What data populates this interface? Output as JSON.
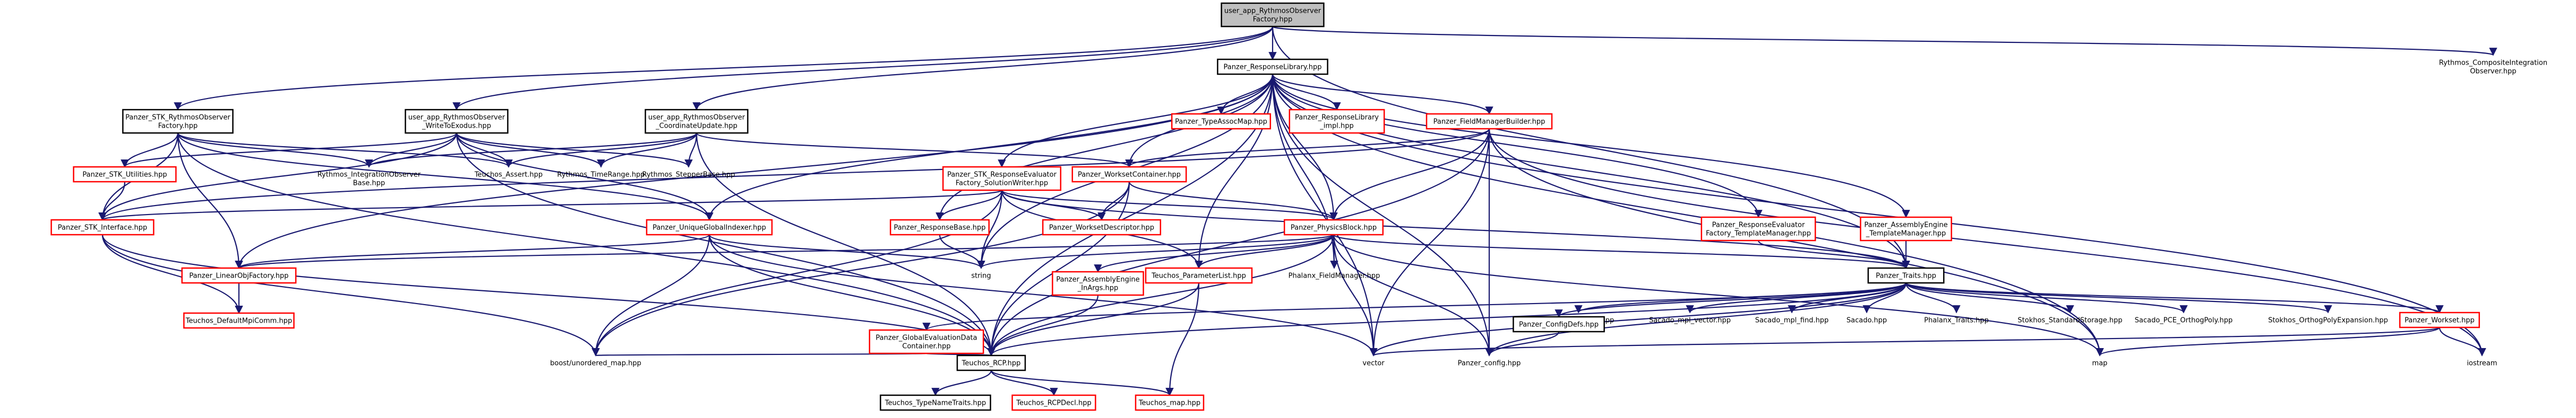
{
  "colors": {
    "edge": "#191970",
    "red_border": "#ff0000",
    "black_border": "#000000",
    "root_fill": "#bfbfbf",
    "node_fill": "#ffffff",
    "text": "#000000"
  },
  "nodes": [
    {
      "id": "root",
      "lines": [
        "user_app_RythmosObserver",
        "Factory.hpp"
      ],
      "style": "root"
    },
    {
      "id": "resp",
      "lines": [
        "Panzer_ResponseLibrary.hpp"
      ],
      "style": "black"
    },
    {
      "id": "composite",
      "lines": [
        "Rythmos_CompositeIntegration",
        "Observer.hpp"
      ],
      "style": "none"
    },
    {
      "id": "stkobsfac",
      "lines": [
        "Panzer_STK_RythmosObserver",
        "Factory.hpp"
      ],
      "style": "black"
    },
    {
      "id": "writeexo",
      "lines": [
        "user_app_RythmosObserver",
        "_WriteToExodus.hpp"
      ],
      "style": "black"
    },
    {
      "id": "coordupd",
      "lines": [
        "user_app_RythmosObserver",
        "_CoordinateUpdate.hpp"
      ],
      "style": "black"
    },
    {
      "id": "typeassoc",
      "lines": [
        "Panzer_TypeAssocMap.hpp"
      ],
      "style": "red"
    },
    {
      "id": "resplibimpl",
      "lines": [
        "Panzer_ResponseLibrary",
        "_impl.hpp"
      ],
      "style": "red"
    },
    {
      "id": "fmbuilder",
      "lines": [
        "Panzer_FieldManagerBuilder.hpp"
      ],
      "style": "red"
    },
    {
      "id": "stkutil",
      "lines": [
        "Panzer_STK_Utilities.hpp"
      ],
      "style": "red"
    },
    {
      "id": "integobs",
      "lines": [
        "Rythmos_IntegrationObserver",
        "Base.hpp"
      ],
      "style": "none"
    },
    {
      "id": "tasset",
      "lines": [
        "Teuchos_Assert.hpp"
      ],
      "style": "none"
    },
    {
      "id": "timerange",
      "lines": [
        "Rythmos_TimeRange.hpp"
      ],
      "style": "none"
    },
    {
      "id": "stepper",
      "lines": [
        "Rythmos_StepperBase.hpp"
      ],
      "style": "none"
    },
    {
      "id": "stkre",
      "lines": [
        "Panzer_STK_ResponseEvaluator",
        "Factory_SolutionWriter.hpp"
      ],
      "style": "red"
    },
    {
      "id": "wsc",
      "lines": [
        "Panzer_WorksetContainer.hpp"
      ],
      "style": "red"
    },
    {
      "id": "refactm",
      "lines": [
        "Panzer_ResponseEvaluator",
        "Factory_TemplateManager.hpp"
      ],
      "style": "red"
    },
    {
      "id": "aetm",
      "lines": [
        "Panzer_AssemblyEngine",
        "_TemplateManager.hpp"
      ],
      "style": "red"
    },
    {
      "id": "stkiface",
      "lines": [
        "Panzer_STK_Interface.hpp"
      ],
      "style": "red"
    },
    {
      "id": "ugi",
      "lines": [
        "Panzer_UniqueGlobalIndexer.hpp"
      ],
      "style": "red"
    },
    {
      "id": "respbase",
      "lines": [
        "Panzer_ResponseBase.hpp"
      ],
      "style": "red"
    },
    {
      "id": "wsd",
      "lines": [
        "Panzer_WorksetDescriptor.hpp"
      ],
      "style": "red"
    },
    {
      "id": "physblock",
      "lines": [
        "Panzer_PhysicsBlock.hpp"
      ],
      "style": "red"
    },
    {
      "id": "linobj",
      "lines": [
        "Panzer_LinearObjFactory.hpp"
      ],
      "style": "red"
    },
    {
      "id": "string",
      "lines": [
        "string"
      ],
      "style": "none"
    },
    {
      "id": "aeinargs",
      "lines": [
        "Panzer_AssemblyEngine",
        "_InArgs.hpp"
      ],
      "style": "red"
    },
    {
      "id": "plist",
      "lines": [
        "Teuchos_ParameterList.hpp"
      ],
      "style": "red"
    },
    {
      "id": "pfm",
      "lines": [
        "Phalanx_FieldManager.hpp"
      ],
      "style": "none"
    },
    {
      "id": "traits",
      "lines": [
        "Panzer_Traits.hpp"
      ],
      "style": "black"
    },
    {
      "id": "defmpi",
      "lines": [
        "Teuchos_DefaultMpiComm.hpp"
      ],
      "style": "red"
    },
    {
      "id": "sacadosac",
      "lines": [
        "Stokhos_Sacado.hpp"
      ],
      "style": "none"
    },
    {
      "id": "sacmpivec",
      "lines": [
        "Sacado_mpl_vector.hpp"
      ],
      "style": "none"
    },
    {
      "id": "sacmplfind",
      "lines": [
        "Sacado_mpl_find.hpp"
      ],
      "style": "none"
    },
    {
      "id": "sacado",
      "lines": [
        "Sacado.hpp"
      ],
      "style": "none"
    },
    {
      "id": "phxtraits",
      "lines": [
        "Phalanx_Traits.hpp"
      ],
      "style": "none"
    },
    {
      "id": "stokstd",
      "lines": [
        "Stokhos_StandardStorage.hpp"
      ],
      "style": "none"
    },
    {
      "id": "sacpce",
      "lines": [
        "Sacado_PCE_OrthogPoly.hpp"
      ],
      "style": "none"
    },
    {
      "id": "stokorth",
      "lines": [
        "Stokhos_OrthogPolyExpansion.hpp"
      ],
      "style": "none"
    },
    {
      "id": "workset",
      "lines": [
        "Panzer_Workset.hpp"
      ],
      "style": "red"
    },
    {
      "id": "configdefs",
      "lines": [
        "Panzer_ConfigDefs.hpp"
      ],
      "style": "black"
    },
    {
      "id": "gedc",
      "lines": [
        "Panzer_GlobalEvaluationData",
        "Container.hpp"
      ],
      "style": "red"
    },
    {
      "id": "umap",
      "lines": [
        "boost/unordered_map.hpp"
      ],
      "style": "none"
    },
    {
      "id": "rcp",
      "lines": [
        "Teuchos_RCP.hpp"
      ],
      "style": "black"
    },
    {
      "id": "vector",
      "lines": [
        "vector"
      ],
      "style": "none"
    },
    {
      "id": "pconfig",
      "lines": [
        "Panzer_config.hpp"
      ],
      "style": "none"
    },
    {
      "id": "map",
      "lines": [
        "map"
      ],
      "style": "none"
    },
    {
      "id": "iostream",
      "lines": [
        "iostream"
      ],
      "style": "none"
    },
    {
      "id": "tnt",
      "lines": [
        "Teuchos_TypeNameTraits.hpp"
      ],
      "style": "black"
    },
    {
      "id": "rcpdecl",
      "lines": [
        "Teuchos_RCPDecl.hpp"
      ],
      "style": "red"
    },
    {
      "id": "tmap",
      "lines": [
        "Teuchos_map.hpp"
      ],
      "style": "red"
    }
  ],
  "edges": [
    [
      "root",
      "resp"
    ],
    [
      "root",
      "composite"
    ],
    [
      "root",
      "stkobsfac"
    ],
    [
      "root",
      "writeexo"
    ],
    [
      "root",
      "coordupd"
    ],
    [
      "root",
      "traits"
    ],
    [
      "resp",
      "typeassoc"
    ],
    [
      "resp",
      "resplibimpl"
    ],
    [
      "resp",
      "fmbuilder"
    ],
    [
      "resp",
      "stkre"
    ],
    [
      "resp",
      "wsc"
    ],
    [
      "resp",
      "refactm"
    ],
    [
      "resp",
      "aetm"
    ],
    [
      "resp",
      "ugi"
    ],
    [
      "resp",
      "respbase"
    ],
    [
      "resp",
      "physblock"
    ],
    [
      "resp",
      "linobj"
    ],
    [
      "resp",
      "string"
    ],
    [
      "resp",
      "plist"
    ],
    [
      "resp",
      "pfm"
    ],
    [
      "resp",
      "traits"
    ],
    [
      "resp",
      "rcp"
    ],
    [
      "resp",
      "vector"
    ],
    [
      "resp",
      "pconfig"
    ],
    [
      "resp",
      "map"
    ],
    [
      "resp",
      "iostream"
    ],
    [
      "stkobsfac",
      "stkutil"
    ],
    [
      "stkobsfac",
      "stkiface"
    ],
    [
      "stkobsfac",
      "integobs"
    ],
    [
      "stkobsfac",
      "tasset"
    ],
    [
      "stkobsfac",
      "linobj"
    ],
    [
      "stkobsfac",
      "ugi"
    ],
    [
      "stkobsfac",
      "rcp"
    ],
    [
      "writeexo",
      "stkutil"
    ],
    [
      "writeexo",
      "stkiface"
    ],
    [
      "writeexo",
      "integobs"
    ],
    [
      "writeexo",
      "tasset"
    ],
    [
      "writeexo",
      "timerange"
    ],
    [
      "writeexo",
      "stepper"
    ],
    [
      "writeexo",
      "ugi"
    ],
    [
      "writeexo",
      "rcp"
    ],
    [
      "coordupd",
      "tasset"
    ],
    [
      "coordupd",
      "timerange"
    ],
    [
      "coordupd",
      "stepper"
    ],
    [
      "coordupd",
      "integobs"
    ],
    [
      "coordupd",
      "wsc"
    ],
    [
      "coordupd",
      "rcp"
    ],
    [
      "stkutil",
      "stkiface"
    ],
    [
      "stkiface",
      "defmpi"
    ],
    [
      "stkiface",
      "rcp"
    ],
    [
      "stkiface",
      "umap"
    ],
    [
      "stkre",
      "stkiface"
    ],
    [
      "stkre",
      "respbase"
    ],
    [
      "stkre",
      "wsd"
    ],
    [
      "stkre",
      "physblock"
    ],
    [
      "stkre",
      "plist"
    ],
    [
      "stkre",
      "traits"
    ],
    [
      "stkre",
      "umap"
    ],
    [
      "stkre",
      "string"
    ],
    [
      "fmbuilder",
      "wsc"
    ],
    [
      "fmbuilder",
      "physblock"
    ],
    [
      "fmbuilder",
      "stkiface"
    ],
    [
      "fmbuilder",
      "vector"
    ],
    [
      "fmbuilder",
      "map"
    ],
    [
      "fmbuilder",
      "rcp"
    ],
    [
      "fmbuilder",
      "pconfig"
    ],
    [
      "fmbuilder",
      "iostream"
    ],
    [
      "wsc",
      "wsd"
    ],
    [
      "wsc",
      "physblock"
    ],
    [
      "wsc",
      "rcp"
    ],
    [
      "wsc",
      "umap"
    ],
    [
      "refactm",
      "traits"
    ],
    [
      "aetm",
      "traits"
    ],
    [
      "ugi",
      "linobj"
    ],
    [
      "ugi",
      "rcp"
    ],
    [
      "ugi",
      "string"
    ],
    [
      "ugi",
      "umap"
    ],
    [
      "ugi",
      "vector"
    ],
    [
      "respbase",
      "string"
    ],
    [
      "physblock",
      "string"
    ],
    [
      "physblock",
      "linobj"
    ],
    [
      "physblock",
      "aeinargs"
    ],
    [
      "physblock",
      "plist"
    ],
    [
      "physblock",
      "pfm"
    ],
    [
      "physblock",
      "traits"
    ],
    [
      "physblock",
      "rcp"
    ],
    [
      "physblock",
      "vector"
    ],
    [
      "physblock",
      "map"
    ],
    [
      "physblock",
      "pconfig"
    ],
    [
      "linobj",
      "defmpi"
    ],
    [
      "aeinargs",
      "rcp"
    ],
    [
      "plist",
      "rcp"
    ],
    [
      "plist",
      "tmap"
    ],
    [
      "traits",
      "configdefs"
    ],
    [
      "traits",
      "sacadosac"
    ],
    [
      "traits",
      "sacmpivec"
    ],
    [
      "traits",
      "sacmplfind"
    ],
    [
      "traits",
      "sacado"
    ],
    [
      "traits",
      "phxtraits"
    ],
    [
      "traits",
      "stokstd"
    ],
    [
      "traits",
      "sacpce"
    ],
    [
      "traits",
      "stokorth"
    ],
    [
      "traits",
      "workset"
    ],
    [
      "traits",
      "gedc"
    ],
    [
      "traits",
      "rcp"
    ],
    [
      "traits",
      "vector"
    ],
    [
      "traits",
      "pconfig"
    ],
    [
      "workset",
      "vector"
    ],
    [
      "workset",
      "map"
    ],
    [
      "workset",
      "iostream"
    ],
    [
      "configdefs",
      "pconfig"
    ],
    [
      "gedc",
      "rcp"
    ],
    [
      "gedc",
      "umap"
    ],
    [
      "rcp",
      "tnt"
    ],
    [
      "rcp",
      "rcpdecl"
    ],
    [
      "rcp",
      "tmap"
    ]
  ]
}
